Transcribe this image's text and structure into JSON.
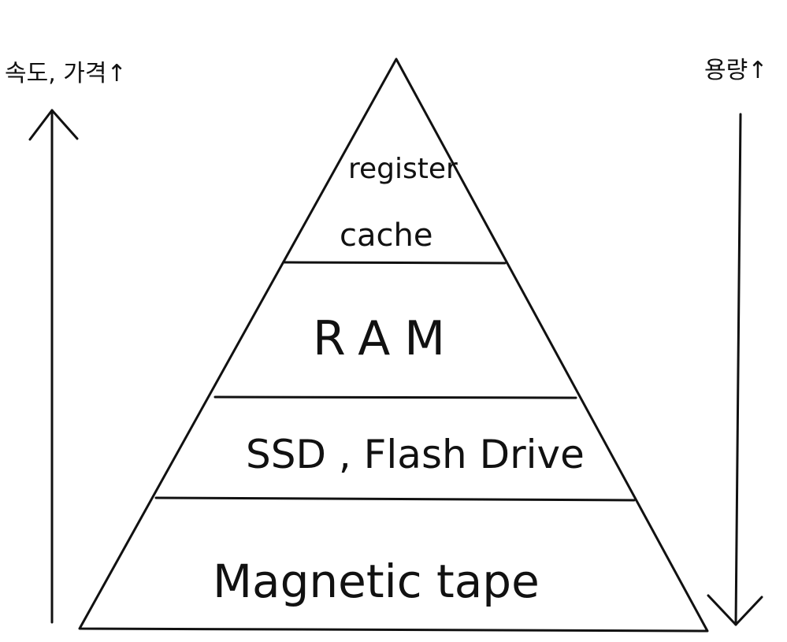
{
  "axes": {
    "left_label": "속도, 가격↑",
    "right_label": "용량↑"
  },
  "pyramid": {
    "levels": [
      {
        "lines": [
          "register",
          "cache"
        ]
      },
      {
        "lines": [
          "RAM"
        ]
      },
      {
        "lines": [
          "SSD , Flash Drive"
        ]
      },
      {
        "lines": [
          "Magnetic tape"
        ]
      }
    ]
  },
  "colors": {
    "ink": "#111111",
    "background": "#ffffff"
  }
}
